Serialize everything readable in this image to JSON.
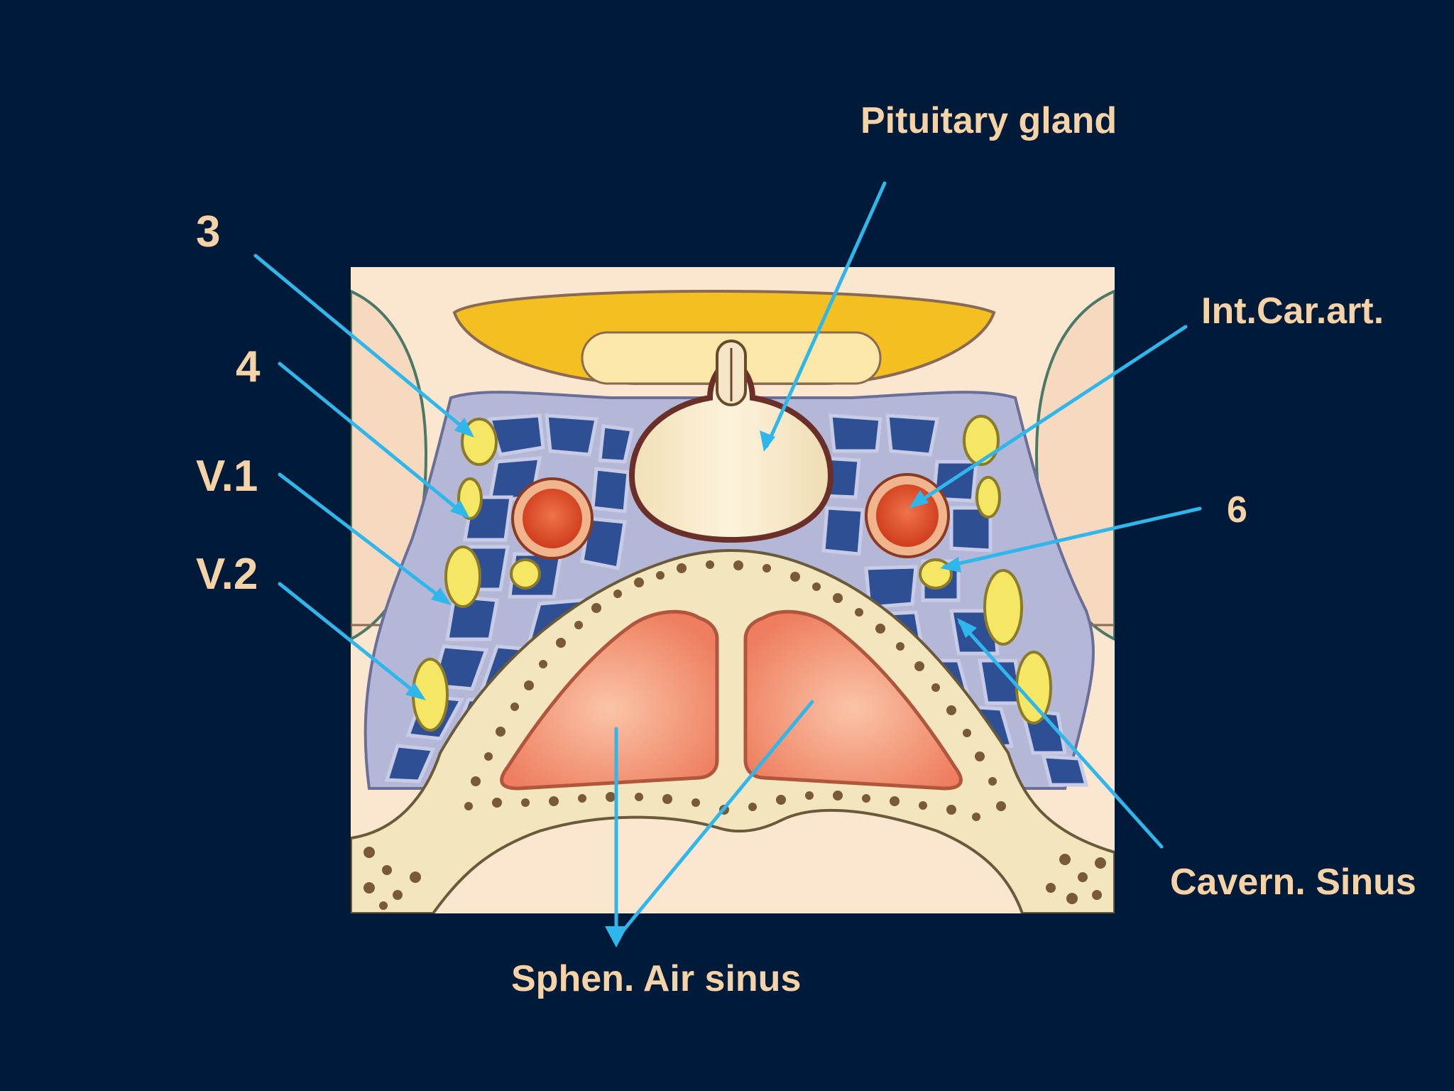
{
  "labels": {
    "pituitary_gland": "Pituitary gland",
    "nerve_3": "3",
    "nerve_4": "4",
    "nerve_v1": "V.1",
    "nerve_v2": "V.2",
    "int_car_art": "Int.Car.art.",
    "nerve_6": "6",
    "cavern_sinus": "Cavern. Sinus",
    "sphen_air_sinus": "Sphen. Air sinus"
  },
  "colors": {
    "background": "#001b3a",
    "label_text": "#f6d3a6",
    "pointer_line": "#2fb6ea",
    "panel_background": "#fbe6cf",
    "nerve_yellow": "#f5e663",
    "venous_blue": "#2f4f95",
    "artery_red": "#e0532c",
    "sinus_salmon": "#f08a6a",
    "bone_brown": "#6b4a2c"
  }
}
